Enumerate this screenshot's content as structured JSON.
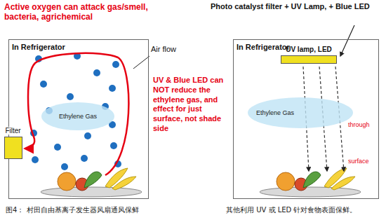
{
  "diagram": {
    "nodes": [
      {
        "text": [
          "In Refrigerator"
        ]
      },
      {
        "text": [
          "Ethylene Gas"
        ],
        "in": 0
      },
      {
        "text": [
          "Filter"
        ]
      },
      {
        "text": [
          "In Refrigerator"
        ]
      },
      {
        "text": [
          "UV lamp, LED"
        ],
        "in": 3
      },
      {
        "text": [
          "Ethylene Gas"
        ],
        "in": 3
      }
    ],
    "labels": [
      "Active oxygen can attack gas/smell, bacteria, agrichemical",
      "Air flow",
      "Photo catalyst filter + UV Lamp, + Blue LED",
      "UV & Blue LED can NOT reduce the ethylene gas, and effect for just surface, not shade side",
      "through",
      "surface",
      "图4： 村田自由基离子发生器风扇通风保鲜",
      "其他利用 UV 或 LED 针对食物表面保鲜。"
    ]
  }
}
